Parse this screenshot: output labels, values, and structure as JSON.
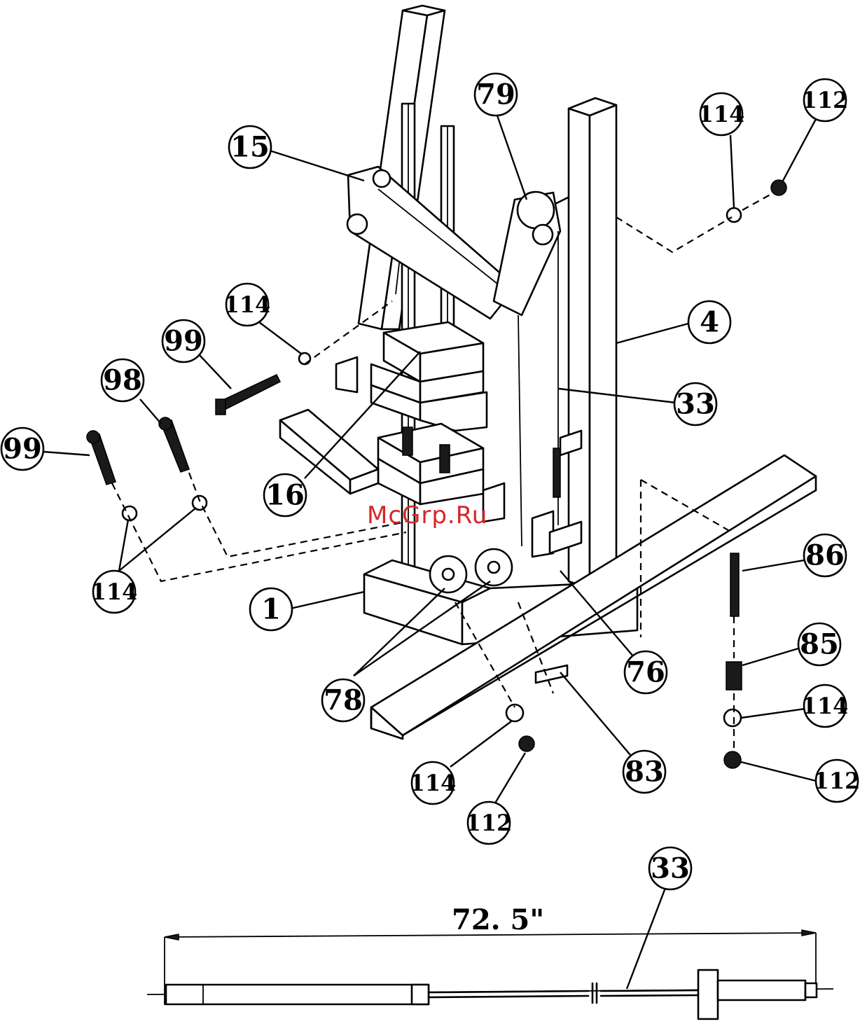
{
  "watermark": "McGrp.Ru",
  "cable_dimension": "72. 5\"",
  "callouts": [
    {
      "id": "c15",
      "label": "15"
    },
    {
      "id": "c79",
      "label": "79"
    },
    {
      "id": "c114a",
      "label": "114"
    },
    {
      "id": "c112a",
      "label": "112"
    },
    {
      "id": "c114b",
      "label": "114"
    },
    {
      "id": "c99a",
      "label": "99"
    },
    {
      "id": "c98",
      "label": "98"
    },
    {
      "id": "c99b",
      "label": "99"
    },
    {
      "id": "c4",
      "label": "4"
    },
    {
      "id": "c33a",
      "label": "33"
    },
    {
      "id": "c16",
      "label": "16"
    },
    {
      "id": "c114c",
      "label": "114"
    },
    {
      "id": "c1",
      "label": "1"
    },
    {
      "id": "c86",
      "label": "86"
    },
    {
      "id": "c85",
      "label": "85"
    },
    {
      "id": "c78",
      "label": "78"
    },
    {
      "id": "c76",
      "label": "76"
    },
    {
      "id": "c114d",
      "label": "114"
    },
    {
      "id": "c83",
      "label": "83"
    },
    {
      "id": "c114e",
      "label": "114"
    },
    {
      "id": "c112b",
      "label": "112"
    },
    {
      "id": "c112c",
      "label": "112"
    },
    {
      "id": "c33b",
      "label": "33"
    }
  ]
}
